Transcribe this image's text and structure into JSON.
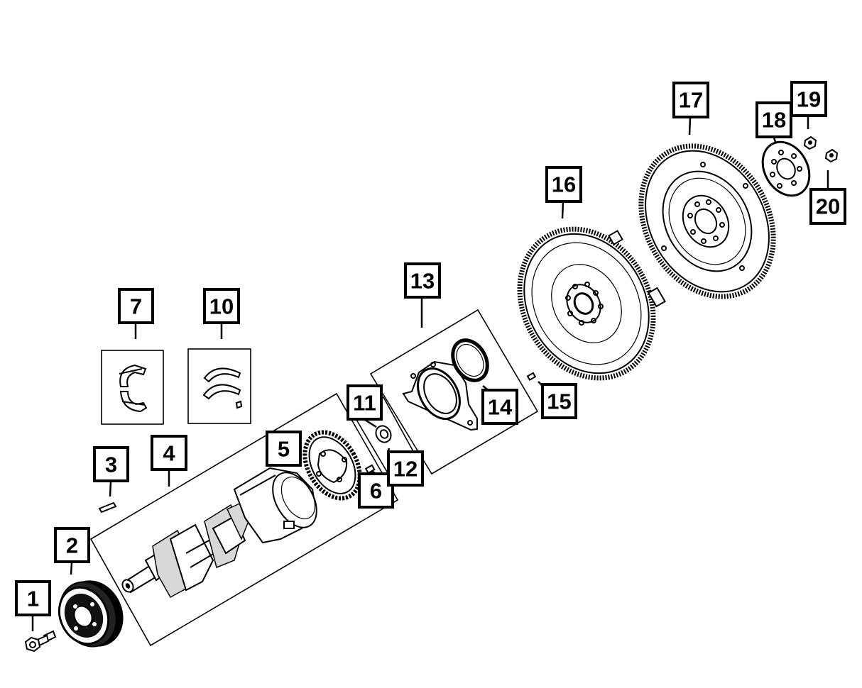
{
  "diagram": {
    "callouts": [
      "1",
      "2",
      "3",
      "4",
      "5",
      "6",
      "7",
      "10",
      "11",
      "12",
      "13",
      "14",
      "15",
      "16",
      "17",
      "18",
      "19",
      "20"
    ],
    "colors": {
      "ink": "#000000",
      "background": "#ffffff"
    },
    "parts": [
      "bolt",
      "damper-pulley",
      "key",
      "crankshaft",
      "tone-wheel",
      "dowel-pin",
      "main-bearing-shells",
      "thrust-bearing-shells",
      "pilot-bushing",
      "pilot-bearing",
      "rear-seal-retainer",
      "rear-seal",
      "dowel",
      "flexplate",
      "flywheel",
      "spacer-plate",
      "bolt",
      "bolt"
    ]
  }
}
